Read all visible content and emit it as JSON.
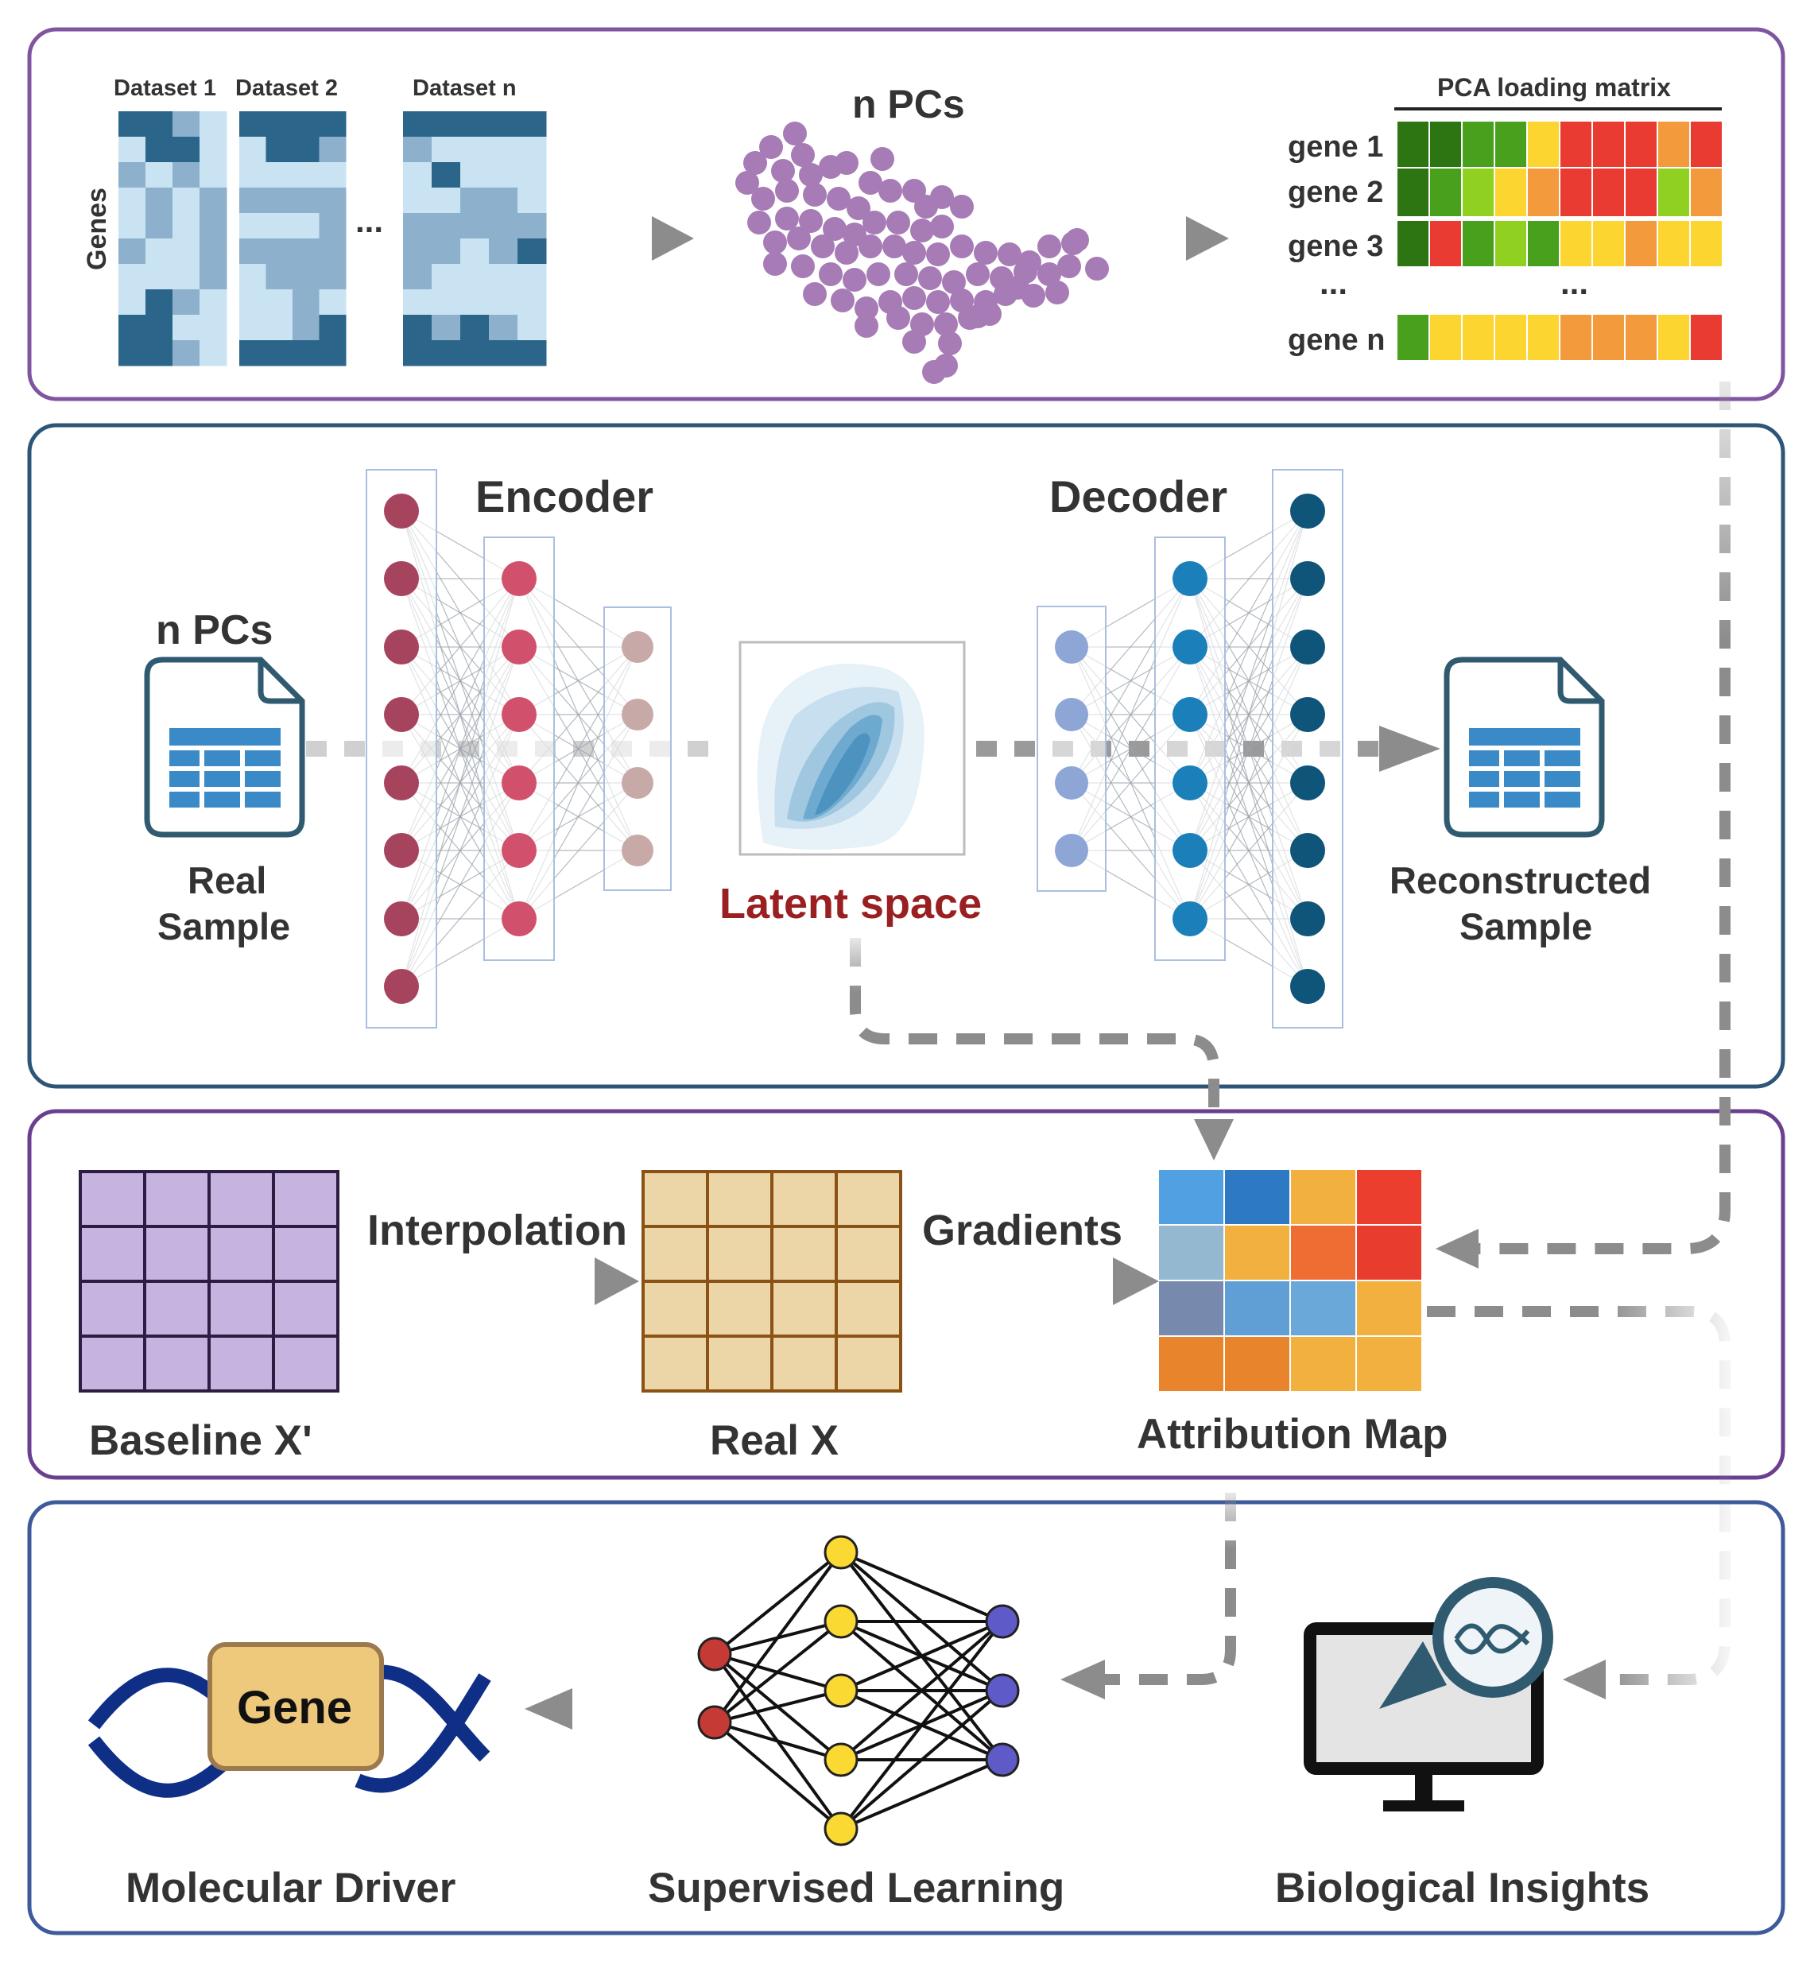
{
  "panel1": {
    "dataset_labels": [
      "Dataset 1",
      "Dataset 2",
      "Dataset n"
    ],
    "genes_axis_label": "Genes",
    "ellipsis": "...",
    "pcs_label": "n PCs",
    "pca_title": "PCA loading matrix",
    "gene_rows": [
      "gene 1",
      "gene 2",
      "gene 3",
      "gene n"
    ],
    "row_ellipsis": "...",
    "heatmap_colors": {
      "dark_green": "#2d7513",
      "green": "#49a01c",
      "light_green": "#8fd021",
      "yellow": "#fcd531",
      "orange": "#f39a3c",
      "red": "#ea3b32"
    },
    "dataset_colors": {
      "dark": "#2b6589",
      "mid": "#8db1cc",
      "light": "#c9e3f3"
    }
  },
  "panel2": {
    "input_label_top": "n PCs",
    "input_label": [
      "Real",
      "Sample"
    ],
    "encoder_label": "Encoder",
    "decoder_label": "Decoder",
    "latent_label": "Latent space",
    "output_label": [
      "Reconstructed",
      "Sample"
    ],
    "colors": {
      "encoder_node": "#a6445e",
      "encoder_node2": "#d1516c",
      "bottleneck_node": "#c7aaa8",
      "decoder_node_in": "#8ea6d6",
      "decoder_node_mid": "#1b7fb9",
      "decoder_node_out": "#0f5479",
      "latent_text": "#9a1f20",
      "doc_border": "#2f5a6f",
      "table_blue": "#3a8ac8"
    }
  },
  "panel3": {
    "baseline_label": "Baseline X'",
    "interpolation_label": "Interpolation",
    "realx_label": "Real X",
    "gradients_label": "Gradients",
    "attribution_label": "Attribution Map",
    "colors": {
      "baseline_fill": "#c6b3e0",
      "baseline_stroke": "#2d1d42",
      "realx_fill": "#ecd5a6",
      "realx_stroke": "#8a5214"
    }
  },
  "panel4": {
    "gene_box_label": "Gene",
    "molecular_label": "Molecular Driver",
    "supervised_label": "Supervised Learning",
    "bio_label": "Biological Insights",
    "colors": {
      "dna_blue": "#0f2e86",
      "gene_fill": "#eec97c",
      "input_node": "#c63a36",
      "hidden_node": "#f9d932",
      "output_node": "#5e5bc8"
    }
  },
  "frame_colors": {
    "panel1": "#8055a0",
    "panel2": "#2c5577",
    "panel3": "#6a3f8f",
    "panel4": "#3e5a9b"
  }
}
